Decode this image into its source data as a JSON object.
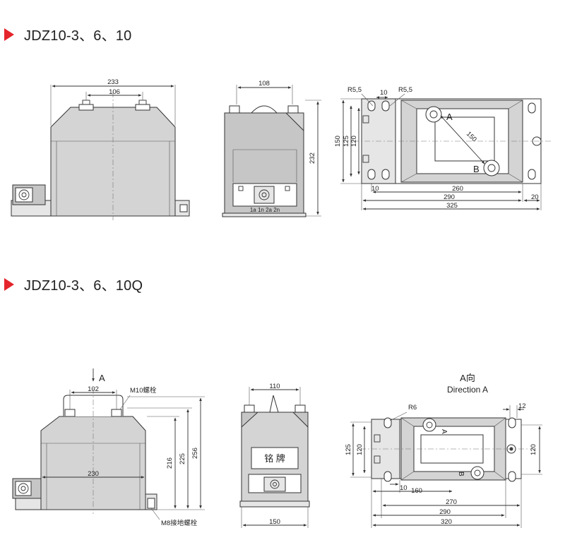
{
  "section1": {
    "title": "JDZ10-3、6、10",
    "front": {
      "w_total": "233",
      "w_top": "106"
    },
    "side": {
      "w_top": "108",
      "h_total": "232",
      "terminals": "1a 1n 2a 2n"
    },
    "plan": {
      "r_left": "R5,5",
      "slot": "10",
      "r_right": "R5,5",
      "h150": "150",
      "h125": "125",
      "h120": "120",
      "diag": "150",
      "label_a": "A",
      "label_b": "B",
      "d10": "10",
      "d260": "260",
      "d290": "290",
      "d20": "20",
      "d325": "325"
    }
  },
  "section2": {
    "title": "JDZ10-3、6、10Q",
    "front": {
      "view_arrow": "A",
      "w_top": "102",
      "bolt_top": "M10螺栓",
      "w_mid": "230",
      "h216": "216",
      "h225": "225",
      "h256": "256",
      "bolt_ground": "M8接地螺栓"
    },
    "side": {
      "w_top": "110",
      "plate": "铭 牌",
      "w_bottom": "150"
    },
    "plan": {
      "title_cn": "A向",
      "title_en": "Direction A",
      "r6": "R6",
      "d12": "12",
      "h125": "125",
      "h120": "120",
      "h120r": "120",
      "label_a": "A",
      "label_b": "B",
      "d10": "10",
      "d160": "160",
      "d270": "270",
      "d290": "290",
      "d320": "320"
    }
  },
  "colors": {
    "accent": "#e4252b",
    "body": "#d4d4d4",
    "line": "#333333"
  }
}
